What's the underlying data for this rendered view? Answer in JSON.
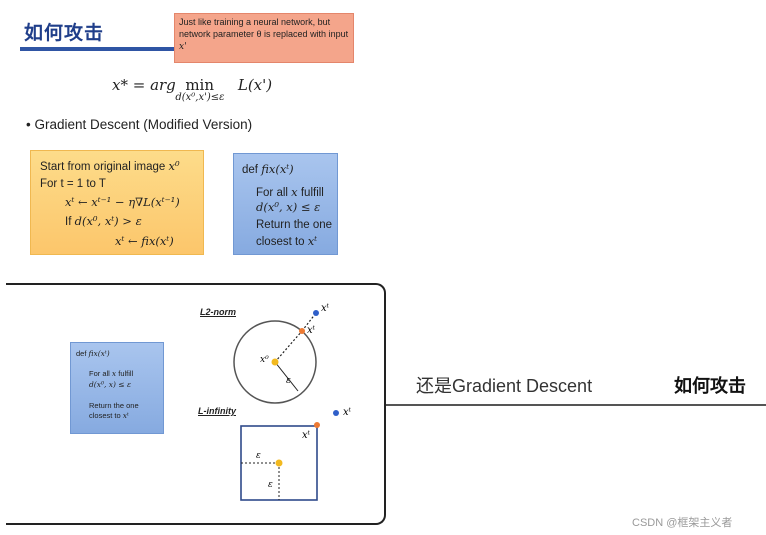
{
  "header": {
    "title": "如何攻击",
    "note_line1": "Just like training a neural network, but",
    "note_line2": "network parameter θ is replaced with input",
    "note_line3": "x'"
  },
  "formula": {
    "lhs": "x* = arg",
    "min": "min",
    "constraint": "d(x⁰,x')≤ε",
    "rhs": "L(x')"
  },
  "bullet": "• Gradient Descent (Modified Version)",
  "algorithm": {
    "l1a": "Start from original image ",
    "l1b": "x⁰",
    "l2": "For t = 1 to T",
    "l3": "xᵗ ← xᵗ⁻¹ − η∇L(xᵗ⁻¹)",
    "l4a": "If ",
    "l4b": "d(x⁰, xᵗ) > ε",
    "l5": "xᵗ ← fix(xᵗ)"
  },
  "fix_box": {
    "l1a": "def ",
    "l1b": "fix(xᵗ)",
    "l2a": "For all ",
    "l2b": "x",
    "l2c": " fulfill",
    "l3": "d(x⁰, x) ≤ ε",
    "l4": "Return the one",
    "l5a": "closest to ",
    "l5b": "xᵗ"
  },
  "diagram": {
    "l2_label": "L2-norm",
    "linf_label": "L-infinity",
    "xt": "xᵗ",
    "x0": "x⁰",
    "eps": "ε",
    "colors": {
      "blue_point": "#2f5fc9",
      "orange_point": "#ed7a33",
      "yellow_point": "#f2b91f"
    }
  },
  "mindmap": {
    "node": "还是Gradient Descent",
    "root": "如何攻击"
  },
  "watermark": "CSDN @框架主义者"
}
